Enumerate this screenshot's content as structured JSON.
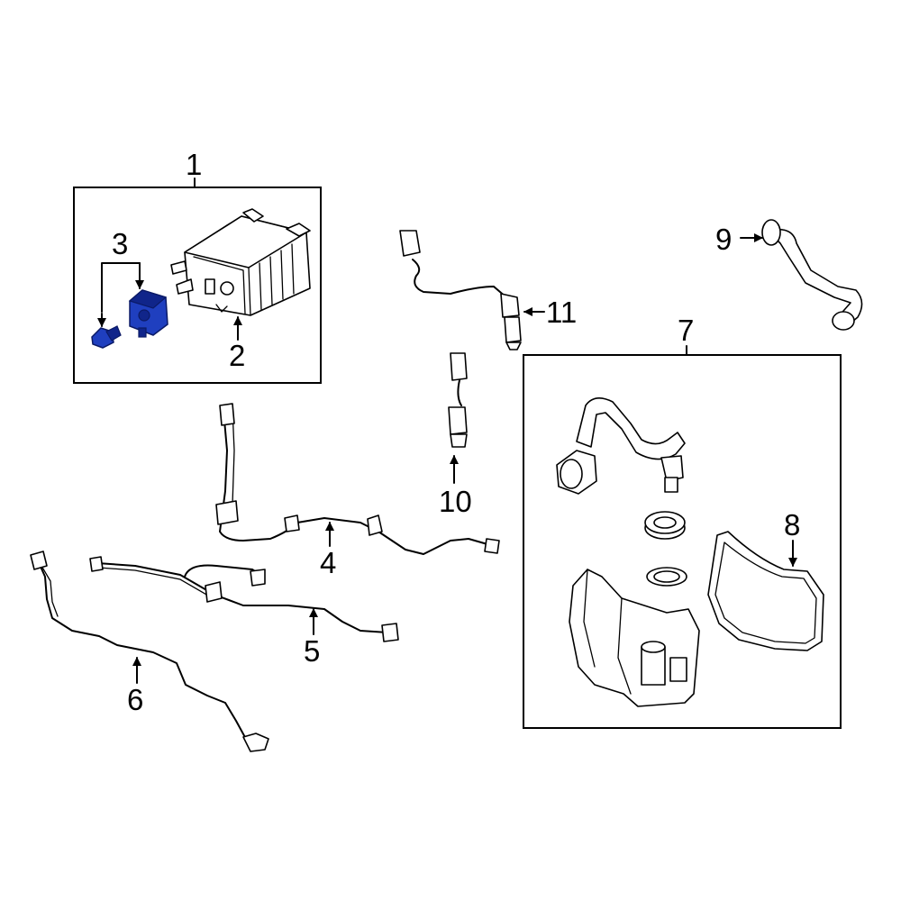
{
  "callouts": {
    "c1": "1",
    "c2": "2",
    "c3": "3",
    "c4": "4",
    "c5": "5",
    "c6": "6",
    "c7": "7",
    "c8": "8",
    "c9": "9",
    "c10": "10",
    "c11": "11"
  },
  "colors": {
    "highlight": "#1f3fbf",
    "line": "#000000",
    "background": "#ffffff"
  }
}
